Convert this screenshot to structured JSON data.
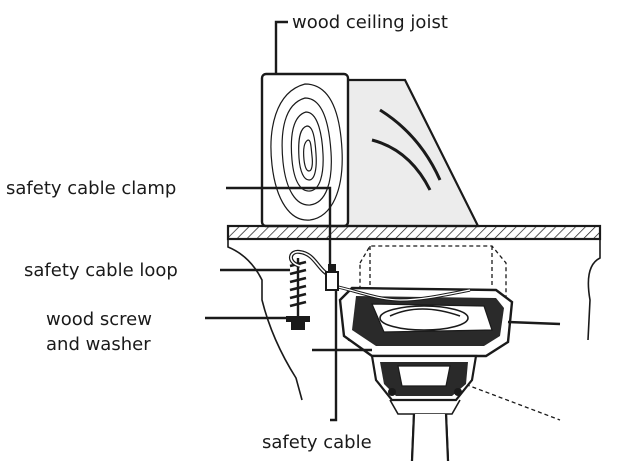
{
  "labels": {
    "joist": "wood ceiling joist",
    "clamp": "safety cable clamp",
    "loop": "safety cable loop",
    "screw_line1": "wood screw",
    "screw_line2": "and washer",
    "cable": "safety cable"
  },
  "colors": {
    "ink": "#1a1a1a",
    "shade": "#e6e6e6",
    "background": "#ffffff"
  }
}
